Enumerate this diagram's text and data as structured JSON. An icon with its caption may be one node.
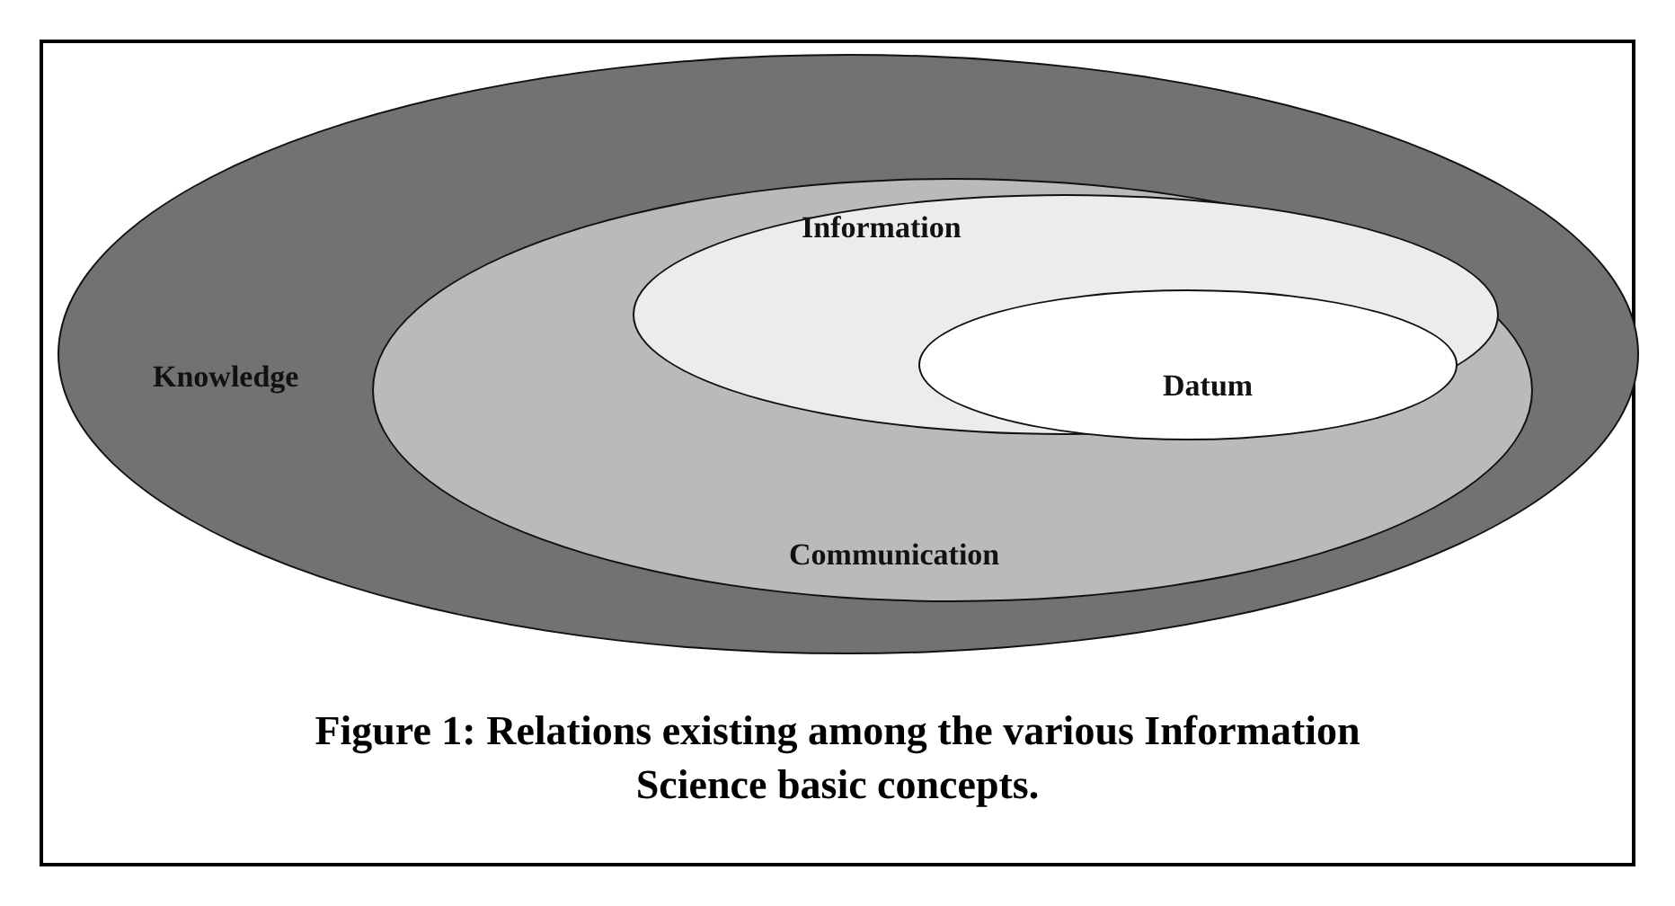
{
  "diagram": {
    "caption": "Figure 1: Relations existing among the various Information Science basic concepts.",
    "nodes": [
      {
        "text": [
          "Knowledge"
        ]
      },
      {
        "text": [
          "Communication"
        ],
        "in": 0
      },
      {
        "text": [
          "Information"
        ],
        "in": 1
      },
      {
        "text": [
          "Datum"
        ],
        "in": 2
      }
    ]
  }
}
